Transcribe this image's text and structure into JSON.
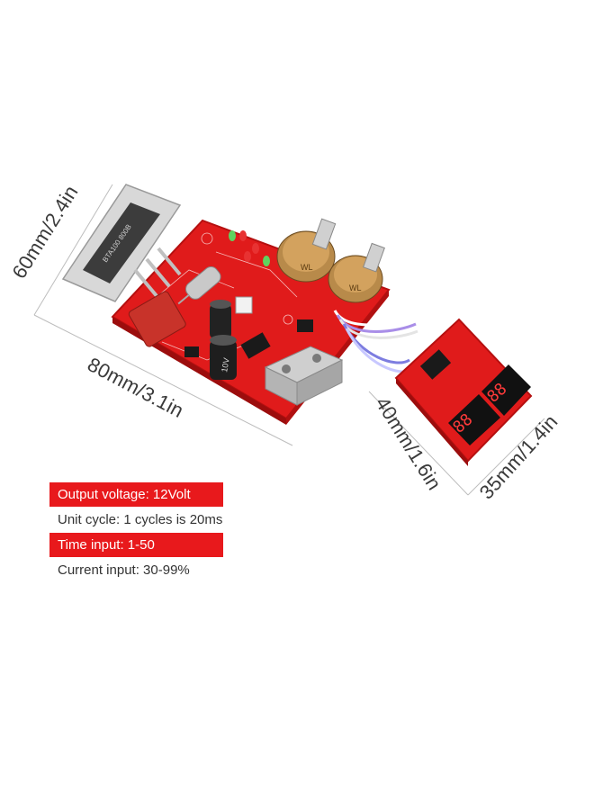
{
  "dimensions": {
    "width_label": "80mm/3.1in",
    "height_label": "60mm/2.4in",
    "display_height_label": "40mm/1.6in",
    "display_width_label": "35mm/1.4in"
  },
  "specs": [
    {
      "text": "Output voltage: 12Volt",
      "highlight": true
    },
    {
      "text": "Unit cycle: 1 cycles is 20ms",
      "highlight": false
    },
    {
      "text": "Time input: 1-50",
      "highlight": true
    },
    {
      "text": "Current input: 30-99%",
      "highlight": false
    }
  ],
  "board": {
    "chip_marking": "BTA100 800B",
    "pot_marking_1": "WL",
    "pot_marking_2": "WL",
    "capacitor_marking": "10V"
  },
  "display": {
    "digits_left": "88",
    "digits_right": "88"
  },
  "colors": {
    "pcb_red": "#e01b1b",
    "accent_red": "#e8191c",
    "text_gray": "#333333"
  }
}
